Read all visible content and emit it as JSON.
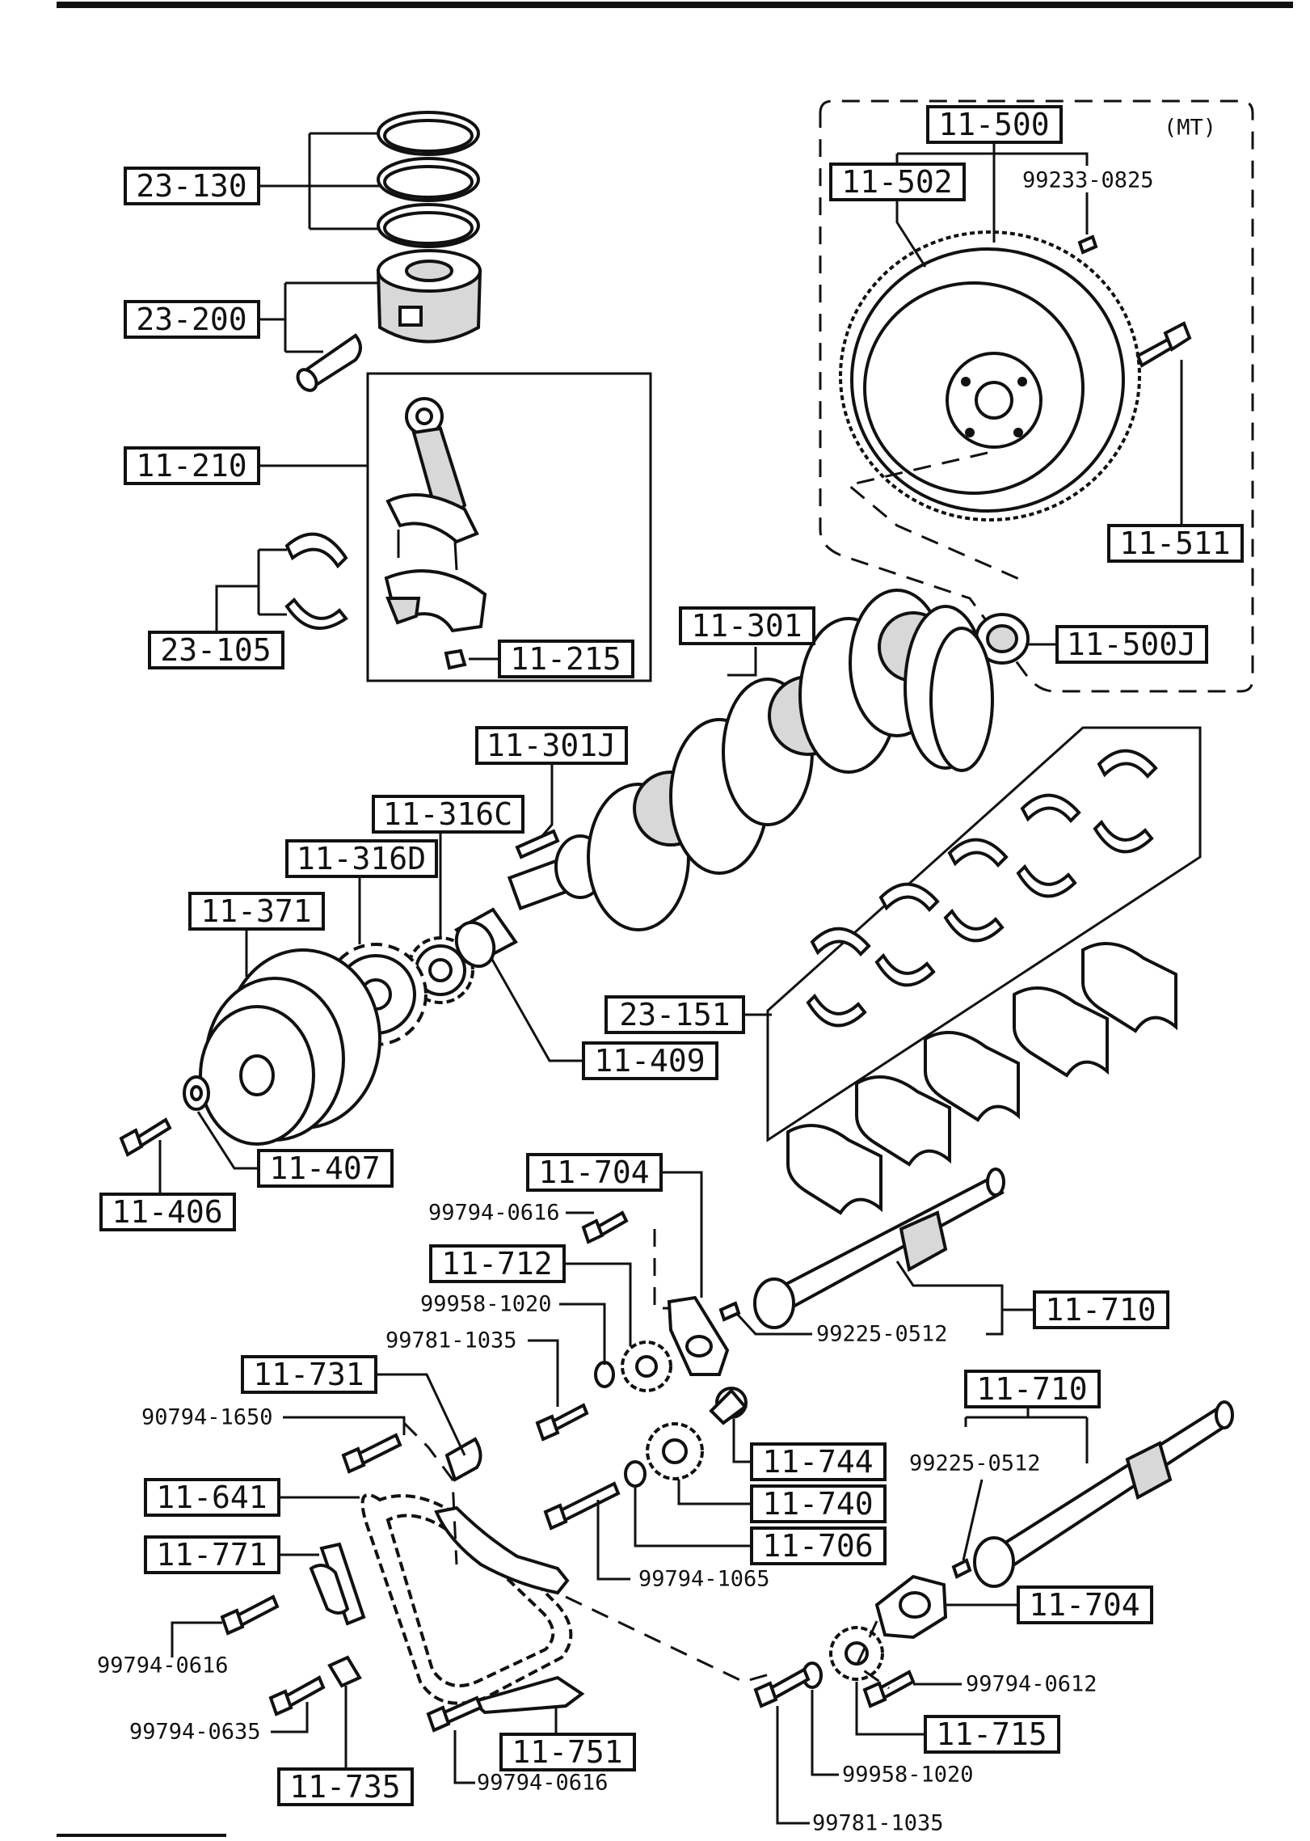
{
  "callouts": {
    "c23_130": "23-130",
    "c23_200": "23-200",
    "c11_210": "11-210",
    "c23_105": "23-105",
    "c11_215": "11-215",
    "c11_500": "11-500",
    "c11_502": "11-502",
    "c11_511": "11-511",
    "c11_500j": "11-500J",
    "c11_301": "11-301",
    "c11_301j": "11-301J",
    "c11_316c": "11-316C",
    "c11_316d": "11-316D",
    "c11_371": "11-371",
    "c23_151": "23-151",
    "c11_409": "11-409",
    "c11_407": "11-407",
    "c11_406": "11-406",
    "c11_704a": "11-704",
    "c11_712": "11-712",
    "c11_710a": "11-710",
    "c11_731": "11-731",
    "c11_710b": "11-710",
    "c11_744": "11-744",
    "c11_641": "11-641",
    "c11_740": "11-740",
    "c11_706": "11-706",
    "c11_771": "11-771",
    "c11_704b": "11-704",
    "c11_715": "11-715",
    "c11_751": "11-751",
    "c11_735": "11-735"
  },
  "part_numbers": {
    "p99233_0825": "99233-0825",
    "p99794_0616a": "99794-0616",
    "p99958_1020a": "99958-1020",
    "p99781_1035a": "99781-1035",
    "p99225_0512a": "99225-0512",
    "p90794_1650": "90794-1650",
    "p99225_0512b": "99225-0512",
    "p99794_1065": "99794-1065",
    "p99794_0616b": "99794-0616",
    "p99794_0612": "99794-0612",
    "p99794_0635": "99794-0635",
    "p99958_1020b": "99958-1020",
    "p99794_0616c": "99794-0616",
    "p99781_1035b": "99781-1035"
  },
  "notes": {
    "mt": "(MT)"
  }
}
